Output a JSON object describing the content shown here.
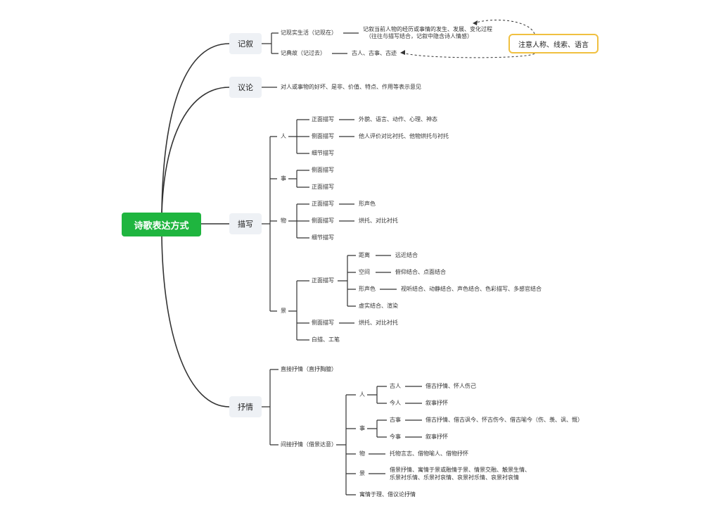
{
  "root": "诗歌表达方式",
  "note": "注意人称、线索、语言",
  "categories": {
    "jixu": "记叙",
    "yilun": "议论",
    "miaoxie": "描写",
    "shuqing": "抒情"
  },
  "jixu": {
    "b1": "记现实生活（记现在）",
    "b1_desc1": "记叙当前人物的经历或事情的发生、发展、变化过程",
    "b1_desc2": "（往往与描写结合，记叙中隐含诗人情感）",
    "b2": "记典故（记过去）",
    "b2_desc": "古人、古事、古迹"
  },
  "yilun": {
    "desc": "对人或事物的好坏、是非、价值、特点、作用等表示意见"
  },
  "miaoxie": {
    "ren": "人",
    "ren_zm": "正面描写",
    "ren_zm_desc": "外貌、语言、动作、心理、神态",
    "ren_cm": "侧面描写",
    "ren_cm_desc": "他人评价对比衬托、他物烘托与衬托",
    "ren_xj": "细节描写",
    "shi": "事",
    "shi_zm": "侧面描写",
    "shi_cm": "正面描写",
    "wu": "物",
    "wu_zm": "正面描写",
    "wu_zm_desc": "形声色",
    "wu_cm": "侧面描写",
    "wu_cm_desc": "烘托、对比衬托",
    "wu_xj": "细节描写",
    "jing": "景",
    "jing_zm": "正面描写",
    "jl": "距离",
    "jl_desc": "远近结合",
    "kj": "空间",
    "kj_desc": "俯仰结合、点面结合",
    "xss": "形声色",
    "xss_desc": "视听结合、动静结合、声色结合、色彩描写、多感官结合",
    "xs": "虚实结合、渲染",
    "jing_cm": "侧面描写",
    "jing_cm_desc": "烘托、对比衬托",
    "bm": "白描、工笔"
  },
  "shuqing": {
    "direct": "直接抒情（直抒胸臆）",
    "indirect": "间接抒情（借景达意）",
    "ren": "人",
    "gr": "古人",
    "gr_desc": "借古抒情、怀人伤己",
    "jr": "今人",
    "jr_desc": "叙事抒怀",
    "shi": "事",
    "gs": "古事",
    "gs_desc": "借古抒情、借古讽今、怀古伤今、借古喻今（伤、羡、讽、慨）",
    "js": "今事",
    "js_desc": "叙事抒怀",
    "wu": "物",
    "wu_desc": "托物言志、借物喻人、借物抒怀",
    "jing": "景",
    "jing_desc1": "借景抒情、寓情于景或融情于景、情景交融、触景生情、",
    "jing_desc2": "乐景衬乐情、乐景衬哀情、哀景衬乐情、哀景衬哀情",
    "li": "寓情于理、借议论抒情"
  }
}
